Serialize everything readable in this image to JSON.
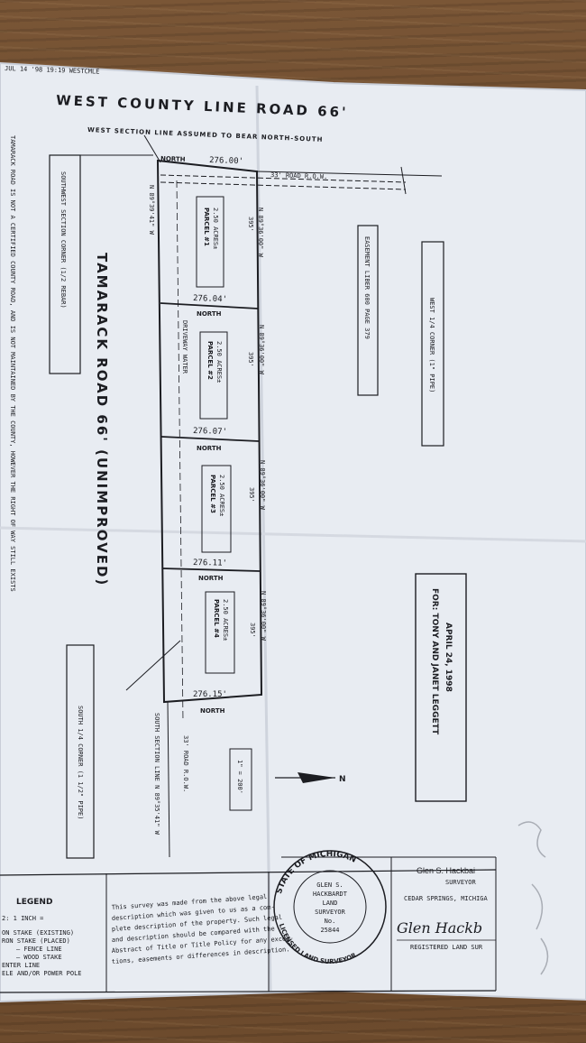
{
  "header": {
    "fax_stamp": "JUL 14 '98 19:19 WESTCMLE",
    "road_north": "WEST COUNTY LINE ROAD 66'",
    "section_line_note": "WEST SECTION LINE ASSUMED TO BEAR NORTH-SOUTH"
  },
  "survey": {
    "top_width": "276.00'",
    "row_note": "33' ROAD R.O.W.",
    "row_note_south": "33' ROAD R.O.W.",
    "easement": "EASEMENT LIBER 600 PAGE 379",
    "west_corner": "WEST 1/4 CORNER (1\" PIPE)",
    "southwest_corner": "SOUTHWEST SECTION CORNER (1/2 REBAR)",
    "road_name": "TAMARACK ROAD 66' (UNIMPROVED)",
    "road_disclaimer": "TAMARACK ROAD IS NOT A CERTIFIED COUNTY ROAD, AND IS NOT MAINTAINED BY THE COUNTY, HOWEVER THE RIGHT OF WAY STILL EXISTS",
    "south_corner": "SOUTH 1/4 CORNER (1 1/2\" PIPE)",
    "south_section_line": "SOUTH SECTION LINE N 89°35'41\" W",
    "scale": "1\" = 200'",
    "north_arrow": "N",
    "driveway": "DRIVEWAY WATER",
    "north_label": "NORTH",
    "parcels": [
      {
        "name": "PARCEL #1",
        "area": "2.50 ACRES±",
        "bottom_width": "276.04'",
        "east_bearing": "N 89°36'00\" W",
        "length": "395'",
        "west_bearing": "N 89°39'41\" W"
      },
      {
        "name": "PARCEL #2",
        "area": "2.50 ACRES±",
        "bottom_width": "276.07'",
        "east_bearing": "N 89°36'00\" W",
        "length": "395'",
        "west_bearing": ""
      },
      {
        "name": "PARCEL #3",
        "area": "2.50 ACRES±",
        "bottom_width": "276.11'",
        "east_bearing": "N 89°36'00\" W",
        "length": "395'",
        "west_bearing": ""
      },
      {
        "name": "PARCEL #4",
        "area": "2.50 ACRES±",
        "bottom_width": "276.15'",
        "east_bearing": "N 89°36'00\" W",
        "length": "395'",
        "west_bearing": ""
      }
    ],
    "client": {
      "for_line": "FOR: TONY AND JANET LEGGETT",
      "date": "APRIL 24, 1998"
    }
  },
  "footer": {
    "legend_title": "LEGEND",
    "legend_scale": "2: 1 INCH =",
    "legend_items": [
      "ON STAKE (EXISTING)",
      "RON STAKE (PLACED)",
      "— FENCE LINE",
      "— WOOD STAKE",
      "ENTER LINE",
      "ELE AND/OR POWER POLE"
    ],
    "note_lines": [
      "This survey was made from the above legal",
      "description which was given to us as a com-",
      "plete description of the property. Such legal",
      "and description should be compared with the",
      "Abstract of Title or Title Policy for any excep-",
      "tions, easements or differences in description."
    ],
    "seal_top": "STATE OF MICHIGAN",
    "seal_bottom": "LICENSED LAND SURVEYOR",
    "seal_center": [
      "GLEN S.",
      "HACKBARDT",
      "LAND",
      "SURVEYOR",
      "No.",
      "25844"
    ],
    "surveyor_name": "Glen S. Hackbai",
    "surveyor_title": "SURVEYOR",
    "surveyor_city": "CEDAR SPRINGS, MICHIGA",
    "signature": "Glen Hackb",
    "registered": "REGISTERED LAND SUR"
  },
  "colors": {
    "paper": "#e9edf3",
    "ink": "#1c1d22",
    "wood": "#6b4a2e"
  }
}
